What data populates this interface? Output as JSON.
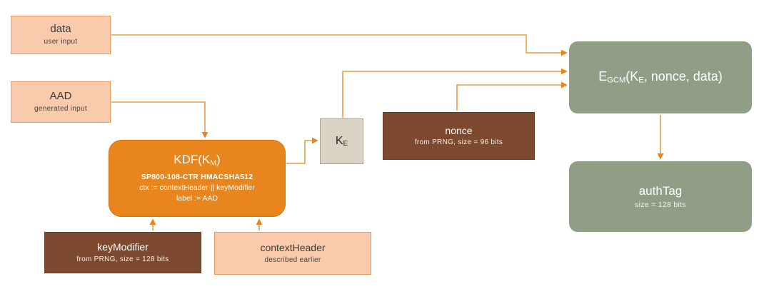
{
  "colors": {
    "peach_fill": "#f9cbac",
    "peach_border": "#e99a5f",
    "orange_fill": "#e8861d",
    "brown_fill": "#7d4a30",
    "tan_fill": "#dbd4c5",
    "green_fill": "#8f9e85",
    "arrow": "#e8861d"
  },
  "nodes": {
    "data": {
      "title": "data",
      "subtitle": "user input"
    },
    "aad": {
      "title": "AAD",
      "subtitle": "generated input"
    },
    "kdf": {
      "title_pre": "KDF(K",
      "title_sub": "M",
      "title_post": ")",
      "line1": "SP800-108-CTR HMACSHA512",
      "line2": "ctx := contextHeader || keyModifier",
      "line3": "label := AAD"
    },
    "ke": {
      "pre": "K",
      "sub": "E"
    },
    "nonce": {
      "title": "nonce",
      "subtitle": "from PRNG,  size = 96 bits"
    },
    "egcm": {
      "pre": "E",
      "sub1": "GCM",
      "mid": "(K",
      "sub2": "E",
      "post": ", nonce, data)"
    },
    "authtag": {
      "title": "authTag",
      "subtitle": "size = 128 bits"
    },
    "keymodifier": {
      "title": "keyModifier",
      "subtitle": "from PRNG, size = 128 bits"
    },
    "contextheader": {
      "title": "contextHeader",
      "subtitle": "described earlier"
    }
  }
}
